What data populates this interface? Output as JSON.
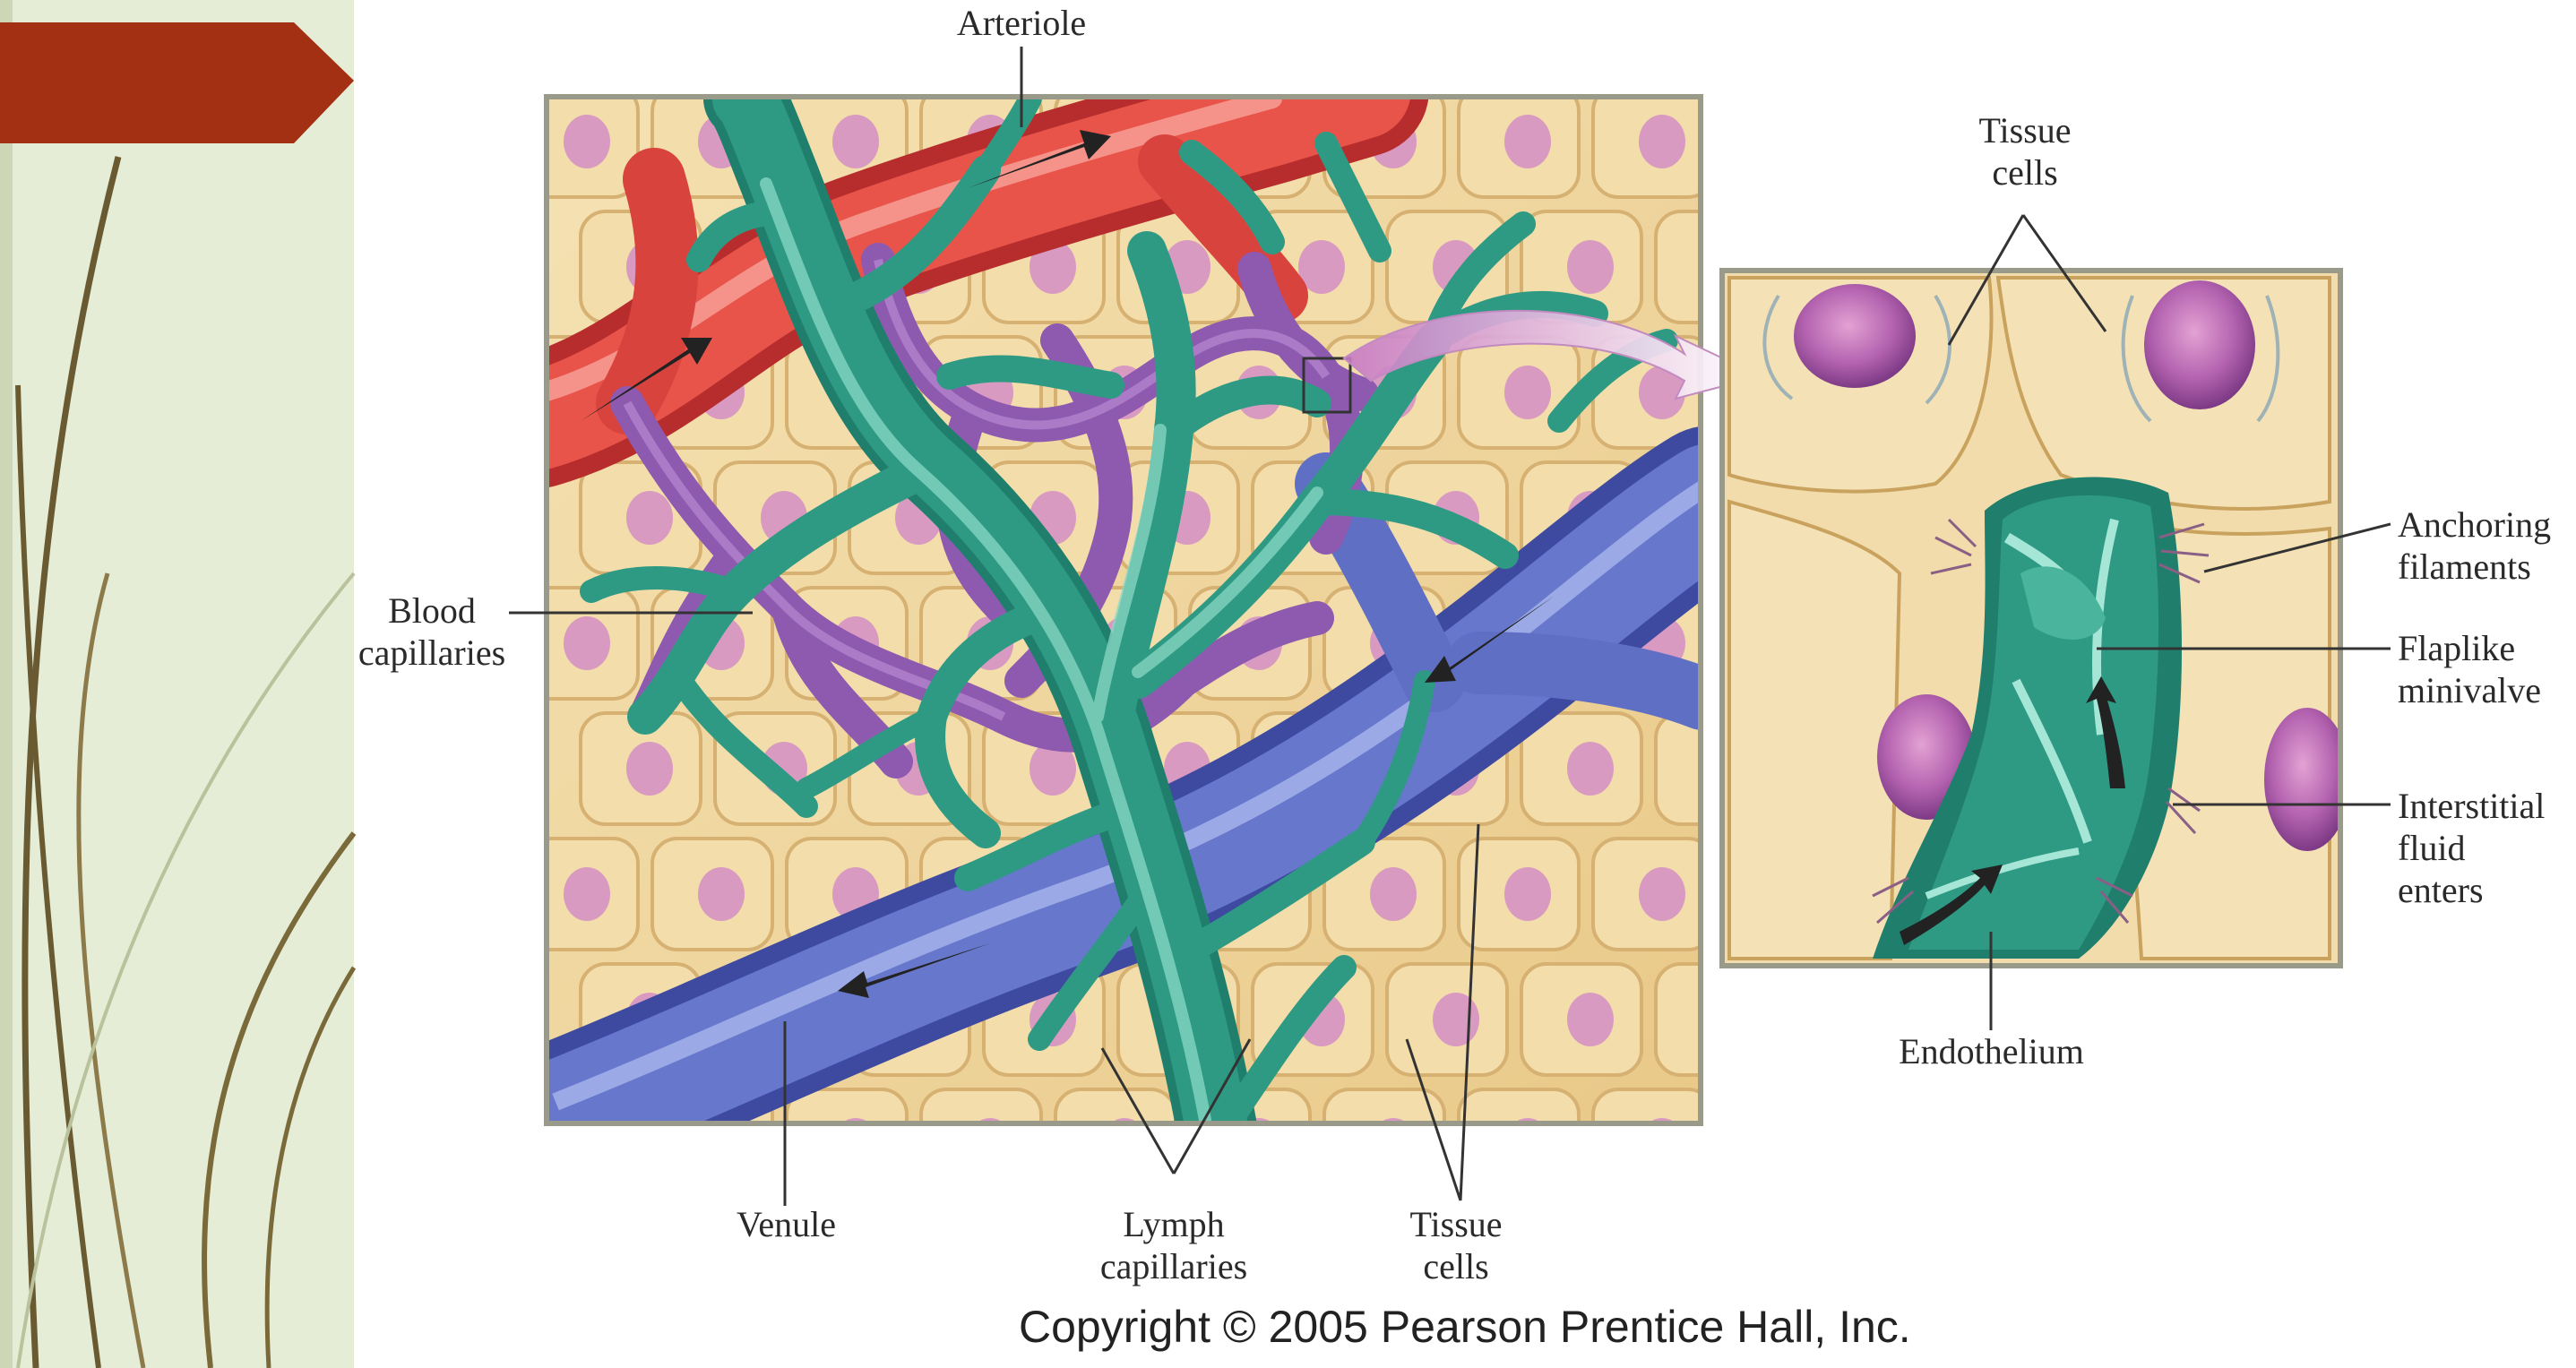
{
  "figure": {
    "labels": {
      "arteriole": "Arteriole",
      "tissue_cells_top": "Tissue\ncells",
      "blood_capillaries": "Blood\ncapillaries",
      "anchoring_filaments": "Anchoring\nfilaments",
      "flaplike_minivalve": "Flaplike\nminivalve",
      "interstitial_fluid_enters": "Interstitial\nfluid\nenters",
      "endothelium": "Endothelium",
      "venule": "Venule",
      "lymph_capillaries": "Lymph\ncapillaries",
      "tissue_cells_bottom": "Tissue\ncells"
    },
    "copyright": "Copyright © 2005 Pearson Prentice Hall, Inc."
  },
  "colors": {
    "slide_background": "#e6edd6",
    "title_tab": "#a33012",
    "arteriole": "#dc4a40",
    "blood_capillaries": "#8e5ab0",
    "venule": "#5f6fc4",
    "lymph_capillaries": "#2f9a84",
    "tissue": "#f1d9a2",
    "nucleus": "#a35ba8"
  }
}
